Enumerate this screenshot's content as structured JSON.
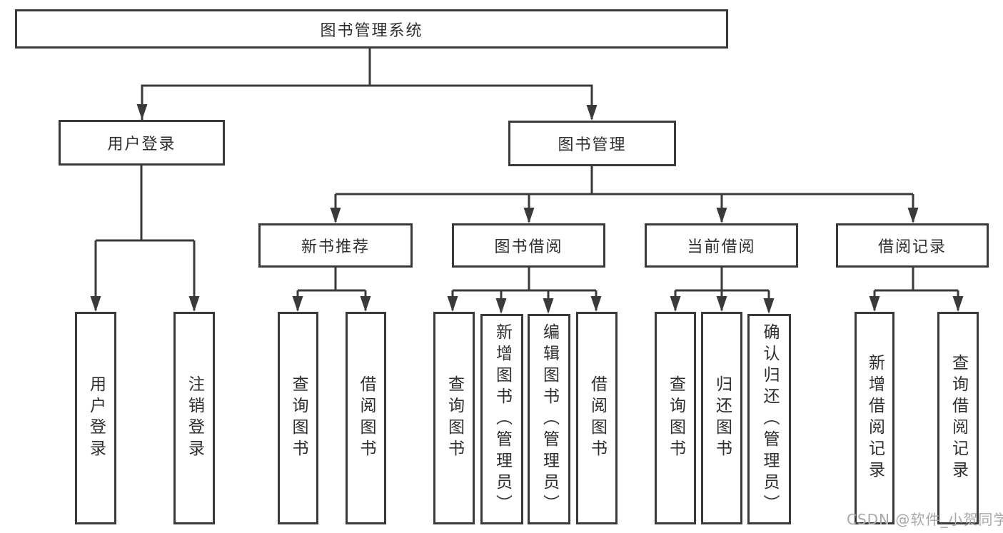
{
  "diagram": {
    "title_node": {
      "label": "图书管理系统"
    },
    "level2": [
      {
        "id": "user-login",
        "label": "用户登录"
      },
      {
        "id": "book-management",
        "label": "图书管理"
      }
    ],
    "level3": [
      {
        "id": "new-book-recommend",
        "label": "新书推荐",
        "parent": "图书管理"
      },
      {
        "id": "book-borrow",
        "label": "图书借阅",
        "parent": "图书管理"
      },
      {
        "id": "current-borrow",
        "label": "当前借阅",
        "parent": "图书管理"
      },
      {
        "id": "borrow-records",
        "label": "借阅记录",
        "parent": "图书管理"
      }
    ],
    "leaves": [
      {
        "id": "leaf-user-login",
        "label": "用户登录",
        "parent": "用户登录"
      },
      {
        "id": "leaf-logout",
        "label": "注销登录",
        "parent": "用户登录"
      },
      {
        "id": "leaf-query-book-recommend",
        "label": "查询图书",
        "parent": "新书推荐"
      },
      {
        "id": "leaf-borrow-book-recommend",
        "label": "借阅图书",
        "parent": "新书推荐"
      },
      {
        "id": "leaf-query-book-borrow",
        "label": "查询图书",
        "parent": "图书借阅"
      },
      {
        "id": "leaf-add-book-admin",
        "label": "新增图书（管理员）",
        "parent": "图书借阅"
      },
      {
        "id": "leaf-edit-book-admin",
        "label": "编辑图书（管理员）",
        "parent": "图书借阅"
      },
      {
        "id": "leaf-borrow-book",
        "label": "借阅图书",
        "parent": "图书借阅"
      },
      {
        "id": "leaf-query-book-current",
        "label": "查询图书",
        "parent": "当前借阅"
      },
      {
        "id": "leaf-return-book",
        "label": "归还图书",
        "parent": "当前借阅"
      },
      {
        "id": "leaf-confirm-return-admin",
        "label": "确认归还（管理员）",
        "parent": "当前借阅"
      },
      {
        "id": "leaf-add-borrow-record",
        "label": "新增借阅记录",
        "parent": "借阅记录"
      },
      {
        "id": "leaf-query-borrow-record",
        "label": "查询借阅记录",
        "parent": "借阅记录"
      }
    ],
    "watermark": "CSDN @软件_小贺同学",
    "colors": {
      "line": "#3a3a3a",
      "text": "#2f2f2f",
      "watermark": "#a9a9a9",
      "background": "#ffffff"
    }
  }
}
